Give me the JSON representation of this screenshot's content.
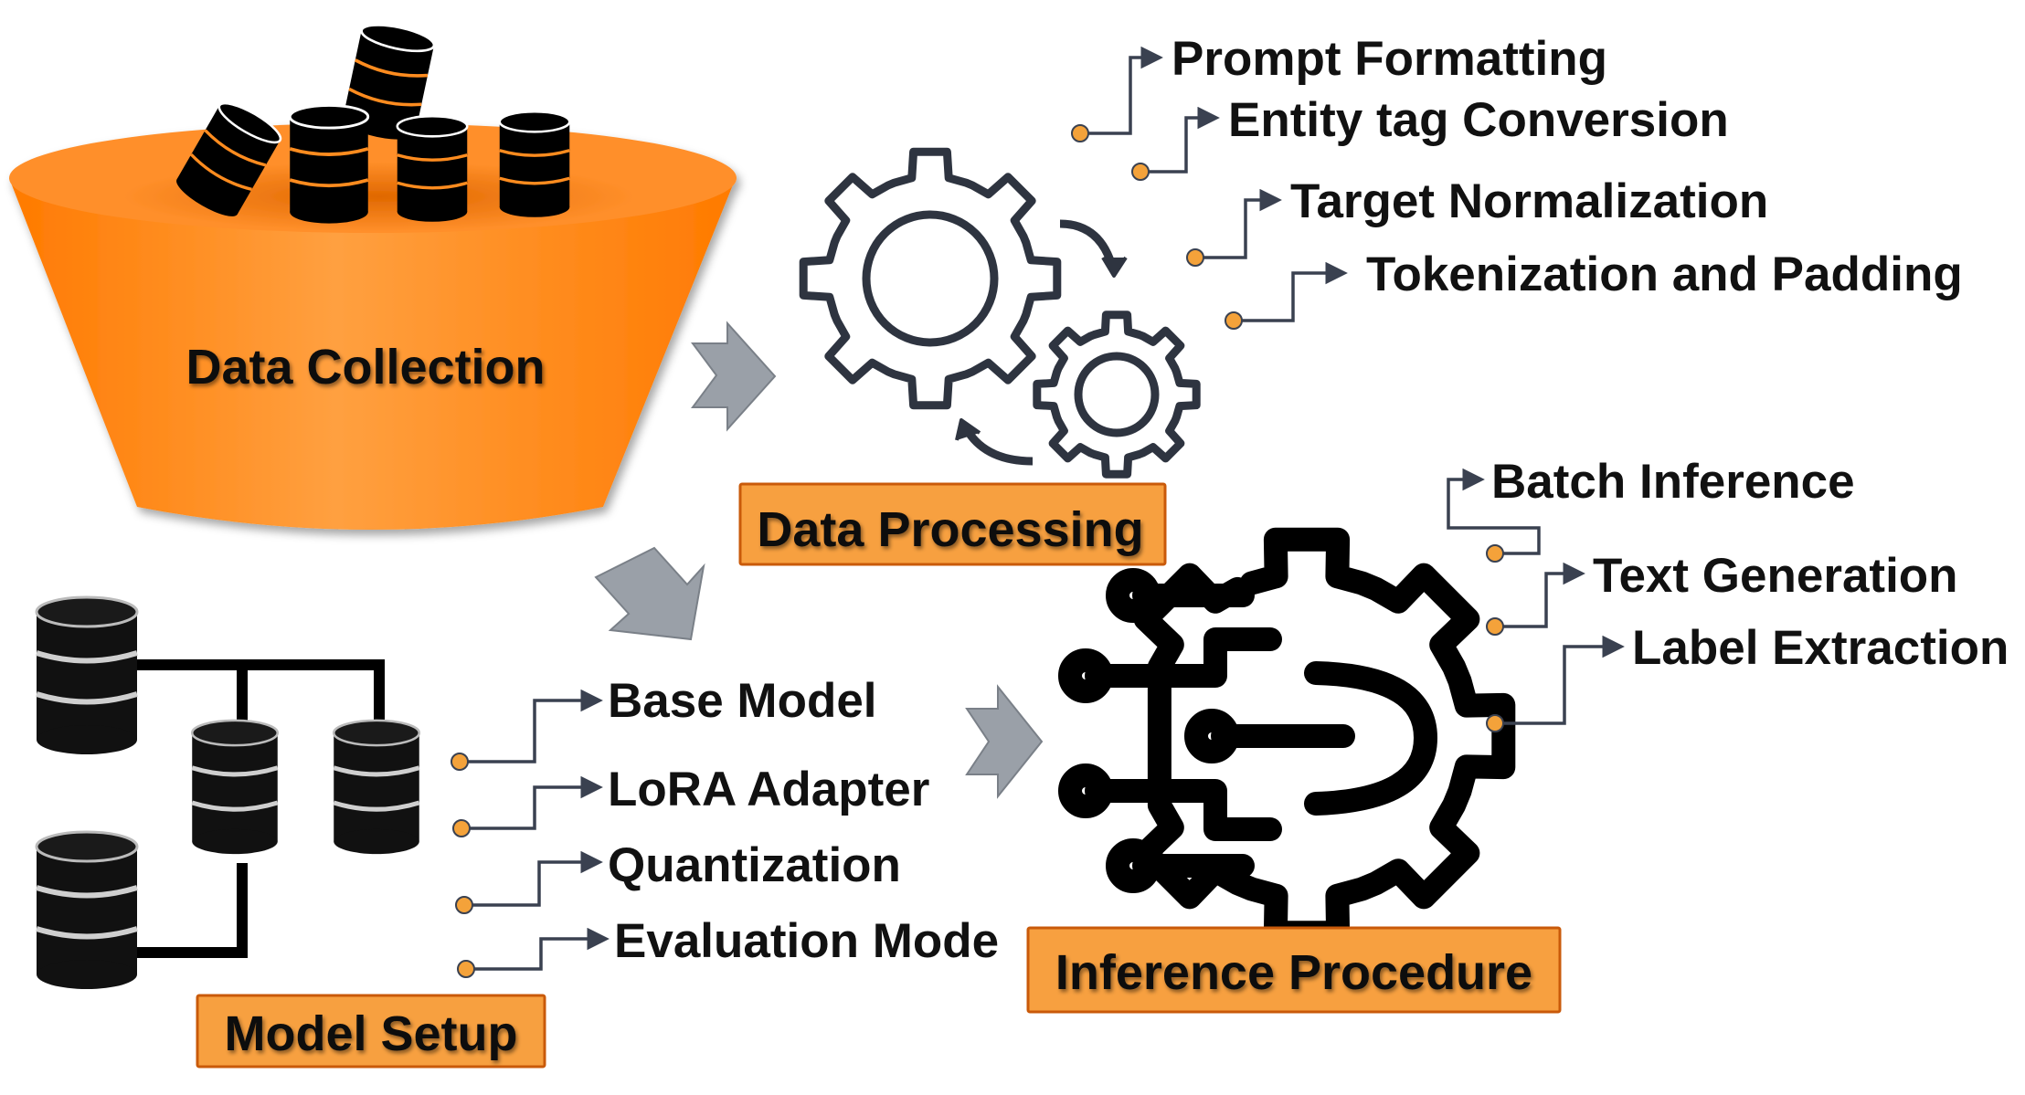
{
  "colors": {
    "orange": "#ff8c1f",
    "orange_dark": "#d45f00",
    "box_fill": "#f7a040",
    "box_stroke": "#c95a0a",
    "gear": "#2e3440",
    "arrow_gray": "#9aa0a8",
    "connector": "#3a4150",
    "dot": "#f4a23a",
    "black": "#000000"
  },
  "sections": {
    "data_collection": "Data Collection",
    "data_processing": "Data Processing",
    "model_setup": "Model Setup",
    "inference_procedure": "Inference Procedure"
  },
  "data_processing_steps": [
    "Prompt Formatting",
    "Entity tag Conversion",
    "Target Normalization",
    "Tokenization and Padding"
  ],
  "model_setup_steps": [
    "Base Model",
    "LoRA Adapter",
    "Quantization",
    "Evaluation Mode"
  ],
  "inference_steps": [
    "Batch Inference",
    "Text Generation",
    "Label Extraction"
  ],
  "icons": {
    "funnel": "funnel-icon",
    "database": "database-icon",
    "gears": "gears-icon",
    "ai_gear": "ai-gear-icon",
    "flow_arrow": "flow-arrow-icon"
  }
}
